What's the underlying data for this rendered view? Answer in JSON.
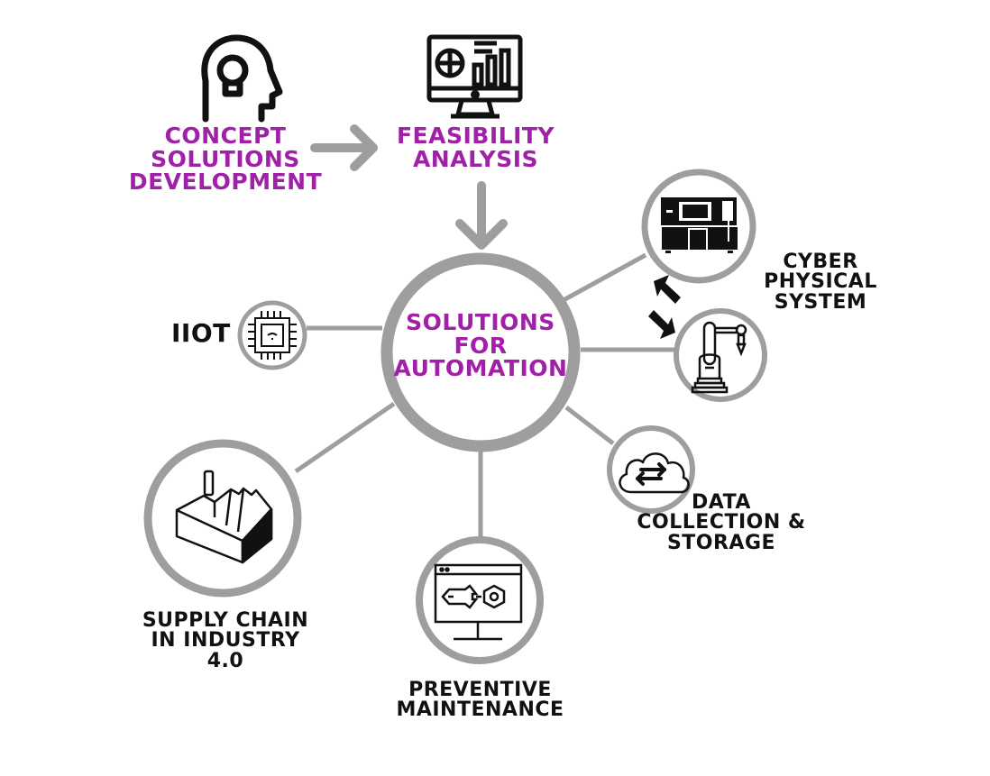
{
  "colors": {
    "accent_purple": "#a020a8",
    "connector_gray": "#9e9e9e",
    "icon_black": "#111111",
    "background": "#ffffff"
  },
  "flow": {
    "step1": {
      "label": "CONCEPT\nSOLUTIONS\nDEVELOPMENT",
      "icon": "head-lightbulb-icon"
    },
    "step2": {
      "label": "FEASIBILITY\nANALYSIS",
      "icon": "monitor-analytics-icon"
    },
    "arrow_right": "arrow-right-icon",
    "arrow_down": "arrow-down-icon"
  },
  "hub": {
    "label": "SOLUTIONS\nFOR\nAUTOMATION"
  },
  "nodes": [
    {
      "id": "iiot",
      "label": "IIOT",
      "icon": "chip-icon"
    },
    {
      "id": "cps",
      "label": "CYBER\nPHYSICAL\nSYSTEM",
      "icons": [
        "machine-icon",
        "robot-arm-icon"
      ],
      "link_icon": "bidirectional-arrows-icon"
    },
    {
      "id": "data",
      "label": "DATA\nCOLLECTION &\nSTORAGE",
      "icon": "cloud-transfer-icon"
    },
    {
      "id": "maintenance",
      "label": "PREVENTIVE\nMAINTENANCE",
      "icon": "monitor-wrench-gear-icon"
    },
    {
      "id": "supply",
      "label": "SUPPLY CHAIN\nIN INDUSTRY\n4.0",
      "icon": "factory-icon"
    }
  ]
}
